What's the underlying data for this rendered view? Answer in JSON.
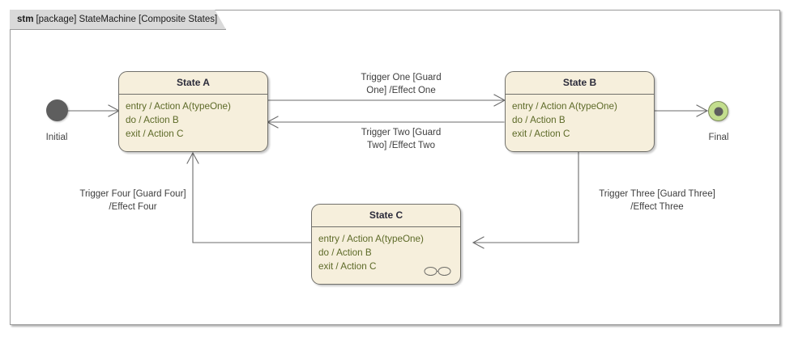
{
  "frame": {
    "keyword": "stm",
    "title": "[package] StateMachine [Composite States]"
  },
  "colors": {
    "state_fill": "#f6efdc",
    "state_border": "#706f6a",
    "state_title_text": "#2b2b3a",
    "state_body_text": "#5d6a28",
    "frame_header_fill": "#d9d9d9",
    "frame_border": "#9a9a9a",
    "initial_fill": "#5e5e5e",
    "final_fill": "#c3de8e",
    "final_dot": "#5e5e5e",
    "transition_line": "#6b6b6b",
    "label_text": "#3d3d3d"
  },
  "nodes": {
    "initial": {
      "label": "Initial",
      "kind": "initial-pseudostate"
    },
    "final": {
      "label": "Final",
      "kind": "final-state"
    }
  },
  "states": [
    {
      "id": "state-a",
      "name": "State A",
      "entry": "entry / Action A(typeOne)",
      "do": "do / Action B",
      "exit": "exit / Action C",
      "composite": false
    },
    {
      "id": "state-b",
      "name": "State B",
      "entry": "entry / Action A(typeOne)",
      "do": "do / Action B",
      "exit": "exit / Action C",
      "composite": false
    },
    {
      "id": "state-c",
      "name": "State C",
      "entry": "entry / Action A(typeOne)",
      "do": "do / Action B",
      "exit": "exit / Action C",
      "composite": true,
      "composite_icon": "composite-state-icon"
    }
  ],
  "transitions": [
    {
      "id": "t-initial-a",
      "from": "initial",
      "to": "state-a",
      "label_line1": "",
      "label_line2": ""
    },
    {
      "id": "t-one",
      "from": "state-a",
      "to": "state-b",
      "label_line1": "Trigger One [Guard",
      "label_line2": "One] /Effect One"
    },
    {
      "id": "t-two",
      "from": "state-b",
      "to": "state-a",
      "label_line1": "Trigger Two [Guard",
      "label_line2": "Two] /Effect Two"
    },
    {
      "id": "t-three",
      "from": "state-b",
      "to": "state-c",
      "label_line1": "Trigger Three [Guard Three]",
      "label_line2": "/Effect Three"
    },
    {
      "id": "t-four",
      "from": "state-c",
      "to": "state-a",
      "label_line1": "Trigger Four [Guard Four]",
      "label_line2": "/Effect Four"
    },
    {
      "id": "t-b-final",
      "from": "state-b",
      "to": "final",
      "label_line1": "",
      "label_line2": ""
    }
  ]
}
